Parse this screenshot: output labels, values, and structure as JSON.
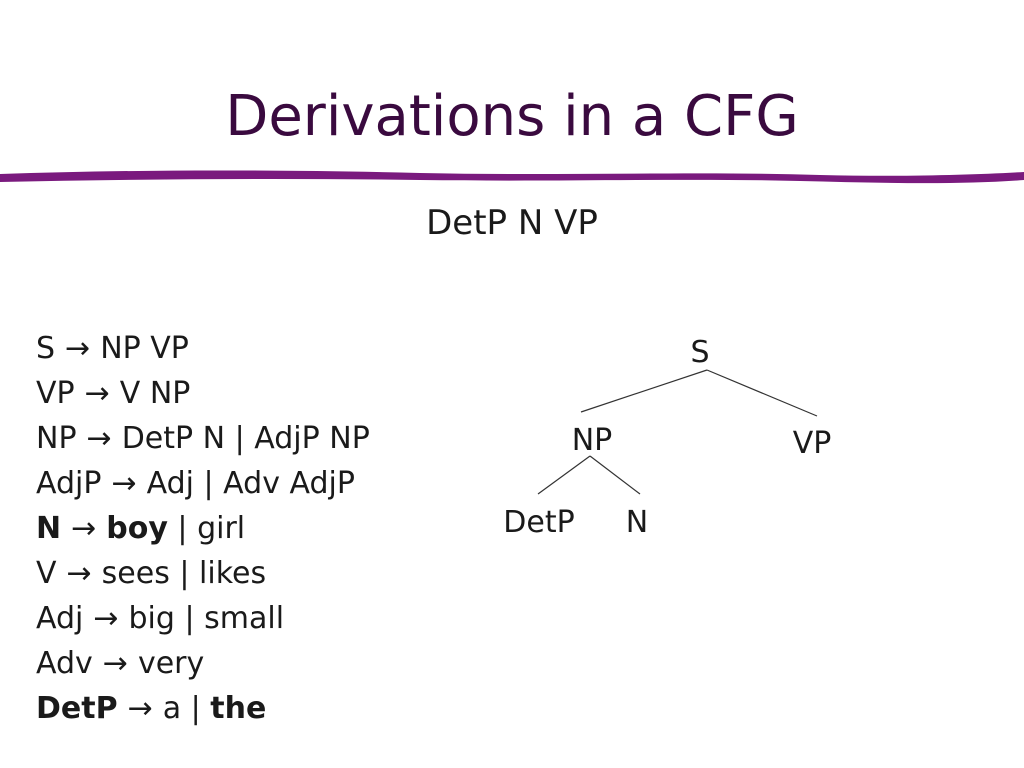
{
  "title": "Derivations in a CFG",
  "derivation": "DetP N VP",
  "arrow": "→",
  "rules": [
    {
      "lhs": "S",
      "rhs": "NP VP"
    },
    {
      "lhs": "VP",
      "rhs": "V NP"
    },
    {
      "lhs": "NP",
      "rhs": "DetP N | AdjP NP"
    },
    {
      "lhs": "AdjP",
      "rhs": "Adj | Adv AdjP"
    },
    {
      "lhs": "N",
      "rhs_bold": "boy",
      "rhs_rest": " | girl"
    },
    {
      "lhs": "V",
      "rhs": "sees | likes"
    },
    {
      "lhs": "Adj",
      "rhs": "big | small"
    },
    {
      "lhs": "Adv",
      "rhs": "very"
    },
    {
      "lhs": "DetP",
      "rhs_plain": "a | ",
      "rhs_bold": "the"
    }
  ],
  "tree": {
    "root": "S",
    "np": "NP",
    "vp": "VP",
    "detp": "DetP",
    "n": "N"
  },
  "colors": {
    "title": "#3a0a3f",
    "swoosh": "#7a1a7e"
  }
}
